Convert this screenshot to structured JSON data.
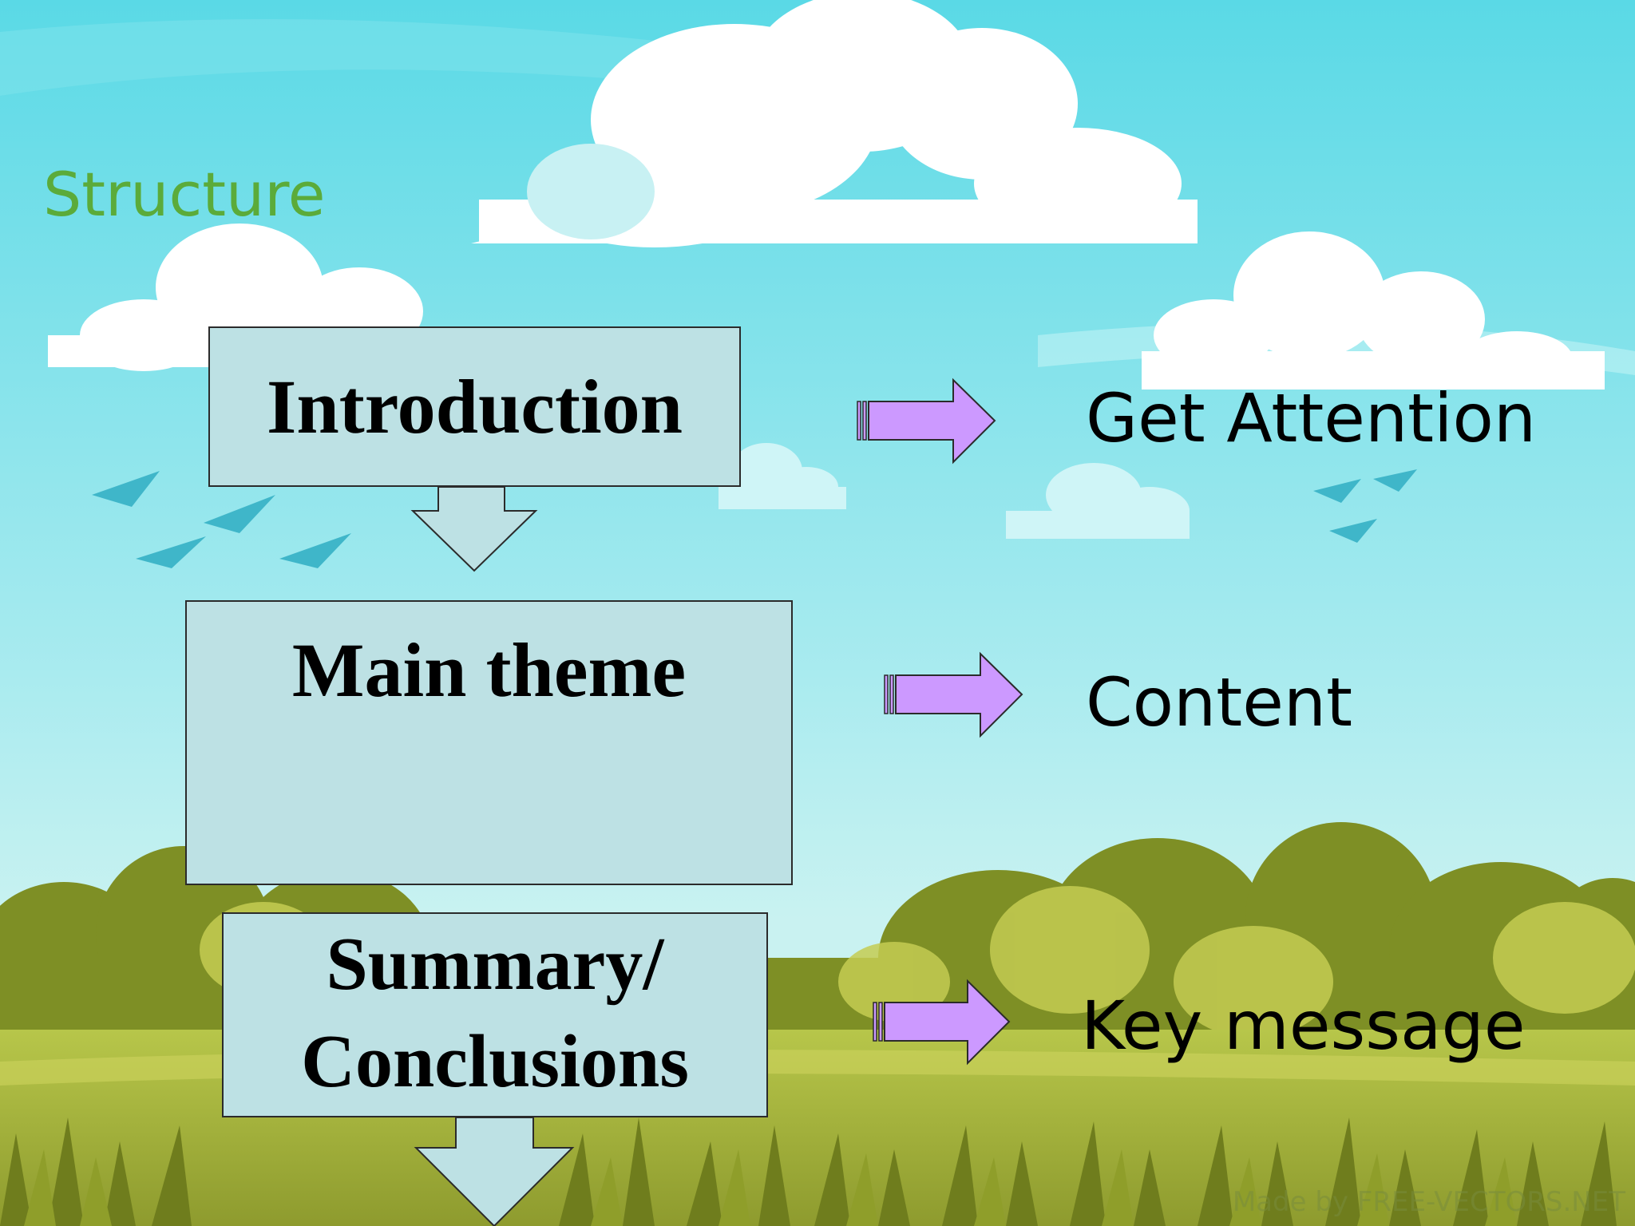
{
  "slide": {
    "title": "Structure",
    "watermark": "Made by FREE-VECTORS.NET"
  },
  "flow": {
    "steps": [
      {
        "box_text": "Introduction",
        "label": "Get Attention"
      },
      {
        "box_text": "Main theme",
        "label": "Content"
      },
      {
        "box_text": "Summary/ Conclusions",
        "label": "Key message"
      }
    ]
  },
  "colors": {
    "box_fill": "#bde1e4",
    "arrow_fill": "#cc99ff",
    "title_color": "#5bab3a"
  }
}
